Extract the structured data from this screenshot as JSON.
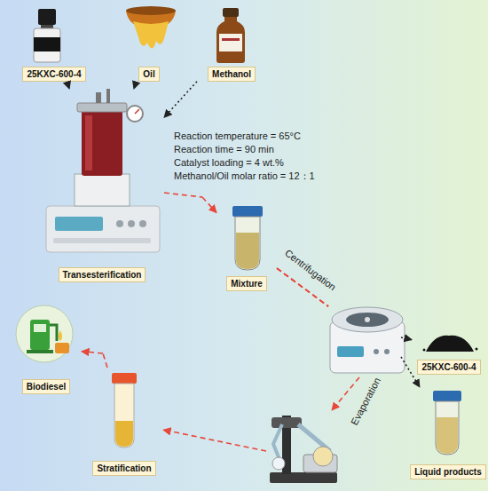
{
  "diagram": {
    "nodes": [
      {
        "text": [
          "25KXC-600-4"
        ]
      },
      {
        "text": [
          "Oil"
        ]
      },
      {
        "text": [
          "Methanol"
        ]
      },
      {
        "text": [
          "Transesterification"
        ]
      },
      {
        "text": [
          "Mixture"
        ]
      },
      {
        "text": [
          "25KXC-600-4"
        ]
      },
      {
        "text": [
          "Liquid products"
        ]
      },
      {
        "text": [
          "Stratification"
        ]
      },
      {
        "text": [
          "Biodiesel"
        ]
      }
    ],
    "edges": [
      {
        "from": 0,
        "to": 3,
        "arrow": "to"
      },
      {
        "from": 1,
        "to": 3,
        "arrow": "to"
      },
      {
        "from": 2,
        "to": 3,
        "arrow": "to"
      },
      {
        "from": 3,
        "to": 4,
        "arrow": "to"
      },
      {
        "from": 4,
        "to": 5,
        "arrow": "to"
      },
      {
        "from": 4,
        "to": 6,
        "label": "Centrifugation",
        "arrow": "to"
      },
      {
        "from": 4,
        "to": 7,
        "label": "Evaporation",
        "arrow": "to"
      },
      {
        "from": 7,
        "to": 8,
        "arrow": "to"
      }
    ],
    "labels": [
      "Reaction temperature = 65°C",
      "Reaction time = 90 min",
      "Catalyst loading = 4 wt.%",
      "Methanol/Oil molar ratio = 12：1"
    ]
  }
}
